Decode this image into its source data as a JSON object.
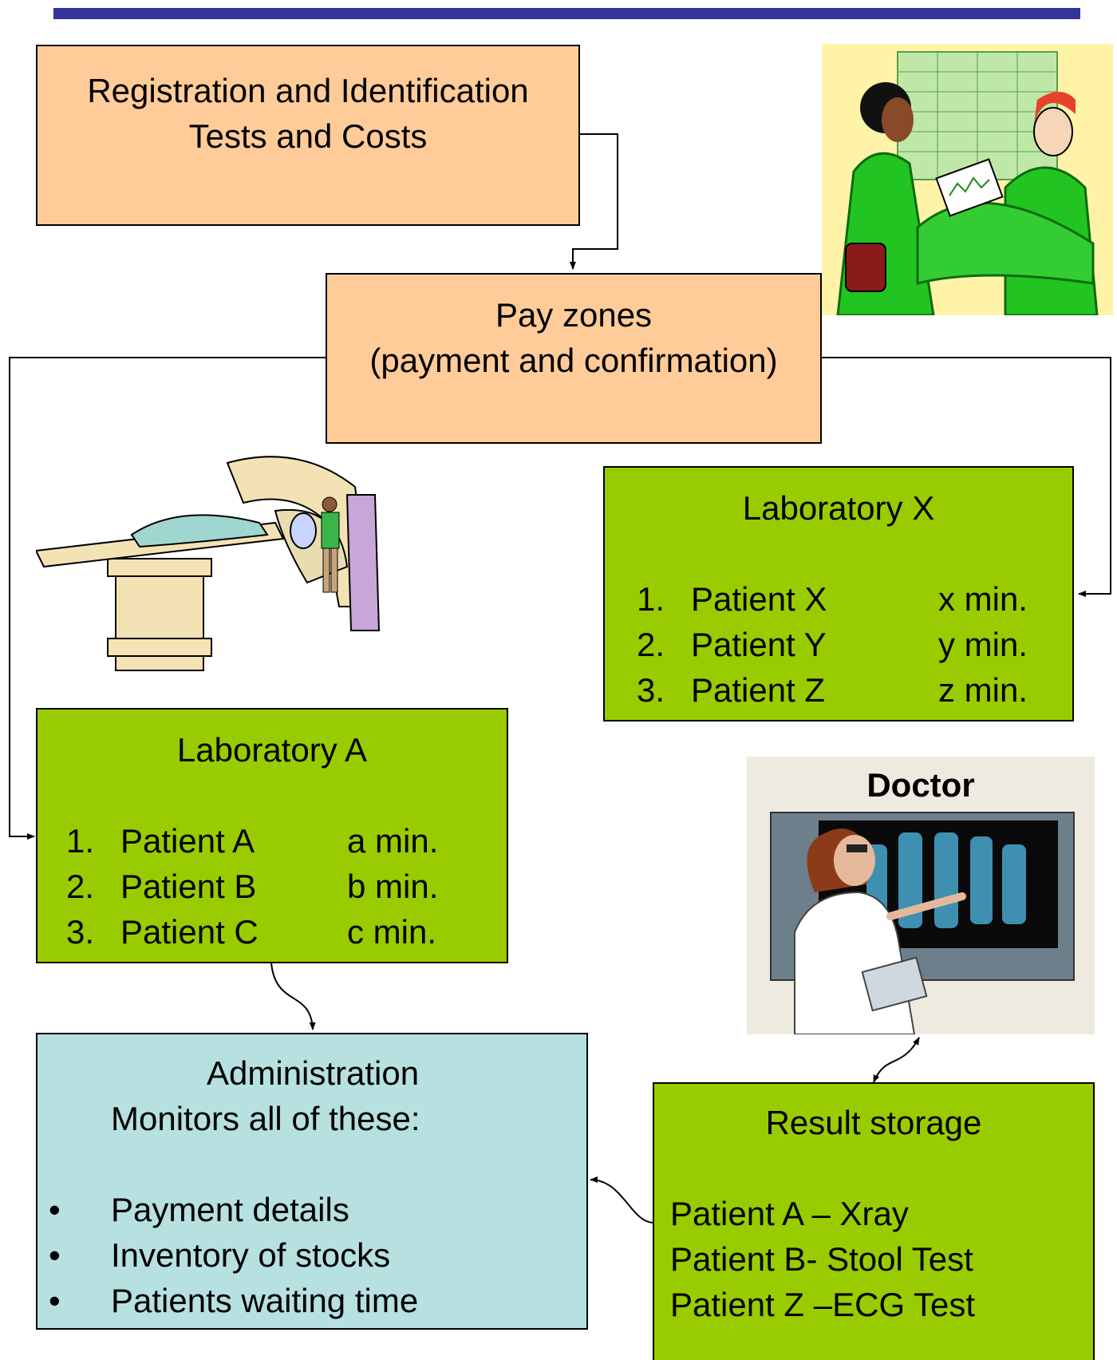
{
  "registration": {
    "line1": "Registration and Identification",
    "line2": "Tests and Costs"
  },
  "pay_zones": {
    "line1": "Pay zones",
    "line2": "(payment and confirmation)"
  },
  "lab_x": {
    "title": "Laboratory X",
    "items": [
      {
        "num": "1.",
        "patient": "Patient X",
        "time": "x min."
      },
      {
        "num": "2.",
        "patient": "Patient Y",
        "time": "y min."
      },
      {
        "num": "3.",
        "patient": "Patient Z",
        "time": "z min."
      }
    ]
  },
  "lab_a": {
    "title": "Laboratory A",
    "items": [
      {
        "num": "1.",
        "patient": "Patient A",
        "time": "a min."
      },
      {
        "num": "2.",
        "patient": "Patient B",
        "time": "b min."
      },
      {
        "num": "3.",
        "patient": "Patient C",
        "time": "c min."
      }
    ]
  },
  "doctor": {
    "label": "Doctor"
  },
  "administration": {
    "line1": "Administration",
    "line2": "Monitors all of these:",
    "bullets": [
      "Payment details",
      "Inventory of stocks",
      "Patients waiting time"
    ]
  },
  "result_storage": {
    "title": "Result storage",
    "lines": [
      "Patient A – Xray",
      "Patient B- Stool Test",
      "Patient Z –ECG Test"
    ]
  },
  "colors": {
    "orange_box": "#ffcc99",
    "green_box": "#99cc00",
    "blue_box": "#b7e0e0",
    "top_bar": "#33339a"
  }
}
